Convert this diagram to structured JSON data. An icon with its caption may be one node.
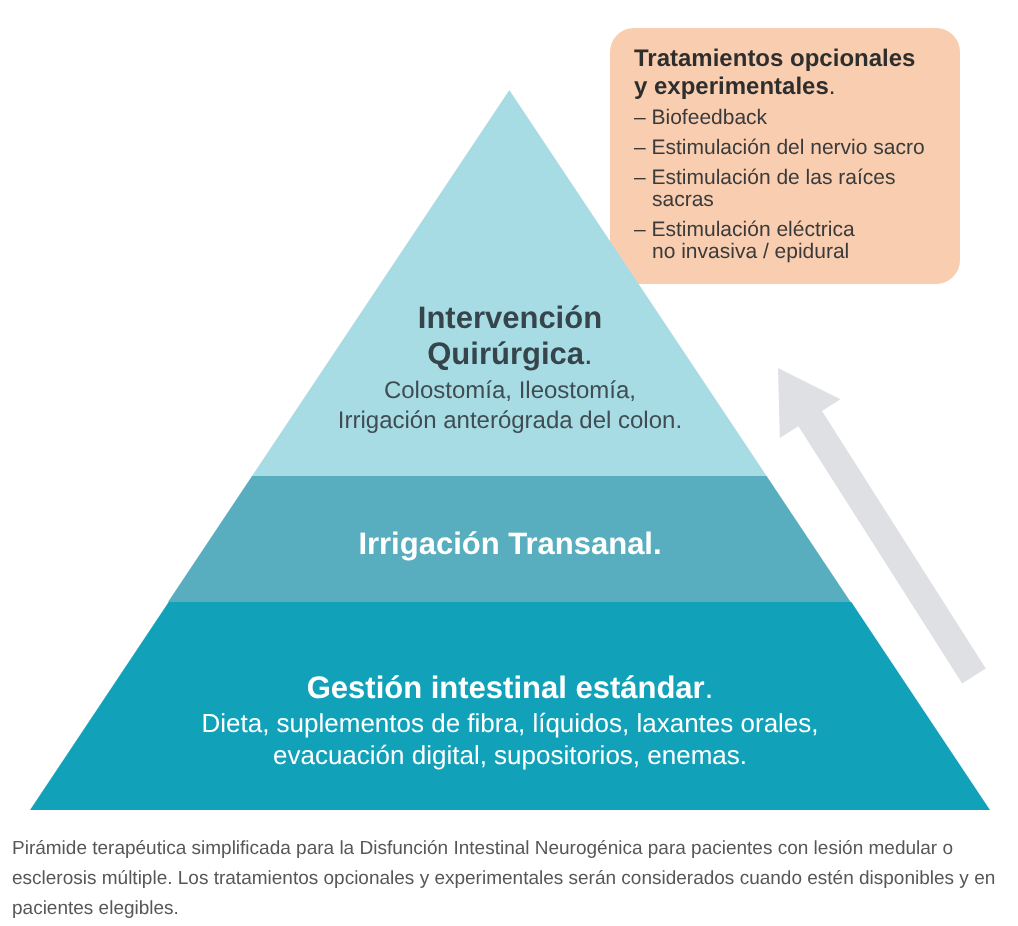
{
  "diagram": {
    "nodes": [
      {
        "text": [
          "**Tratamientos opcionales y experimentales**.",
          "– Biofeedback",
          "– Estimulación del nervio sacro",
          "– Estimulación de las raíces sacras",
          "– Estimulación eléctrica no invasiva / epidural"
        ]
      },
      {
        "text": [
          "**Intervención Quirúrgica**.",
          "Colostomía, Ileostomía, Irrigación anterógrada del colon."
        ]
      },
      {
        "text": [
          "Irrigación Transanal."
        ]
      },
      {
        "text": [
          "**Gestión intestinal estándar**.",
          "Dieta, suplementos de fibra, líquidos, laxantes orales, evacuación digital, supositorios, enemas."
        ]
      }
    ],
    "caption": "Pirámide terapéutica simplificada para la Disfunción Intestinal Neurogénica para pacientes con lesión medular o esclerosis múltiple. Los tratamientos opcionales y experimentales serán considerados cuando estén disponibles y en pacientes elegibles."
  }
}
